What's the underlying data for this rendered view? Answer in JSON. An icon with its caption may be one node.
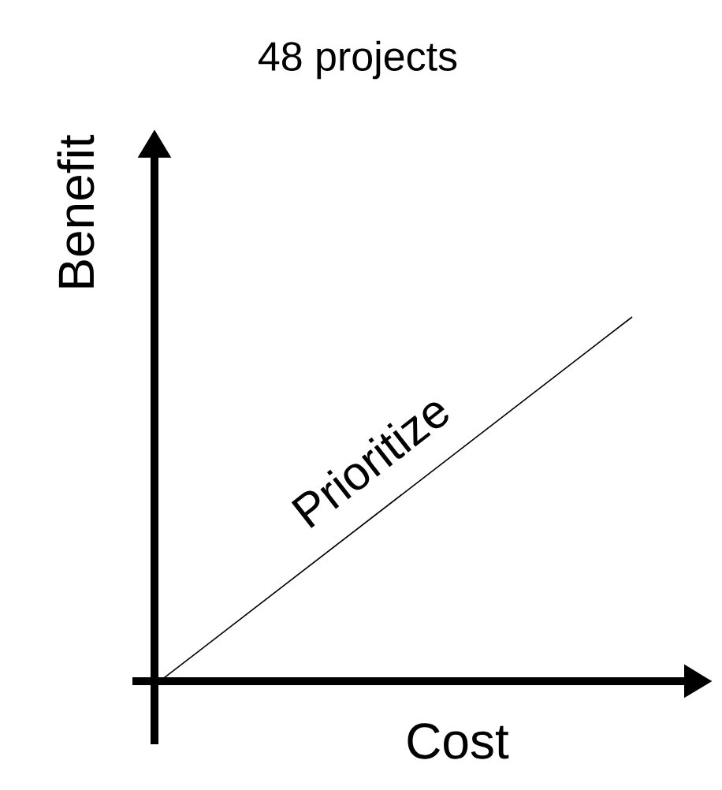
{
  "diagram": {
    "title": "48 projects",
    "labels": [
      "Benefit",
      "Prioritize",
      "Cost"
    ]
  }
}
